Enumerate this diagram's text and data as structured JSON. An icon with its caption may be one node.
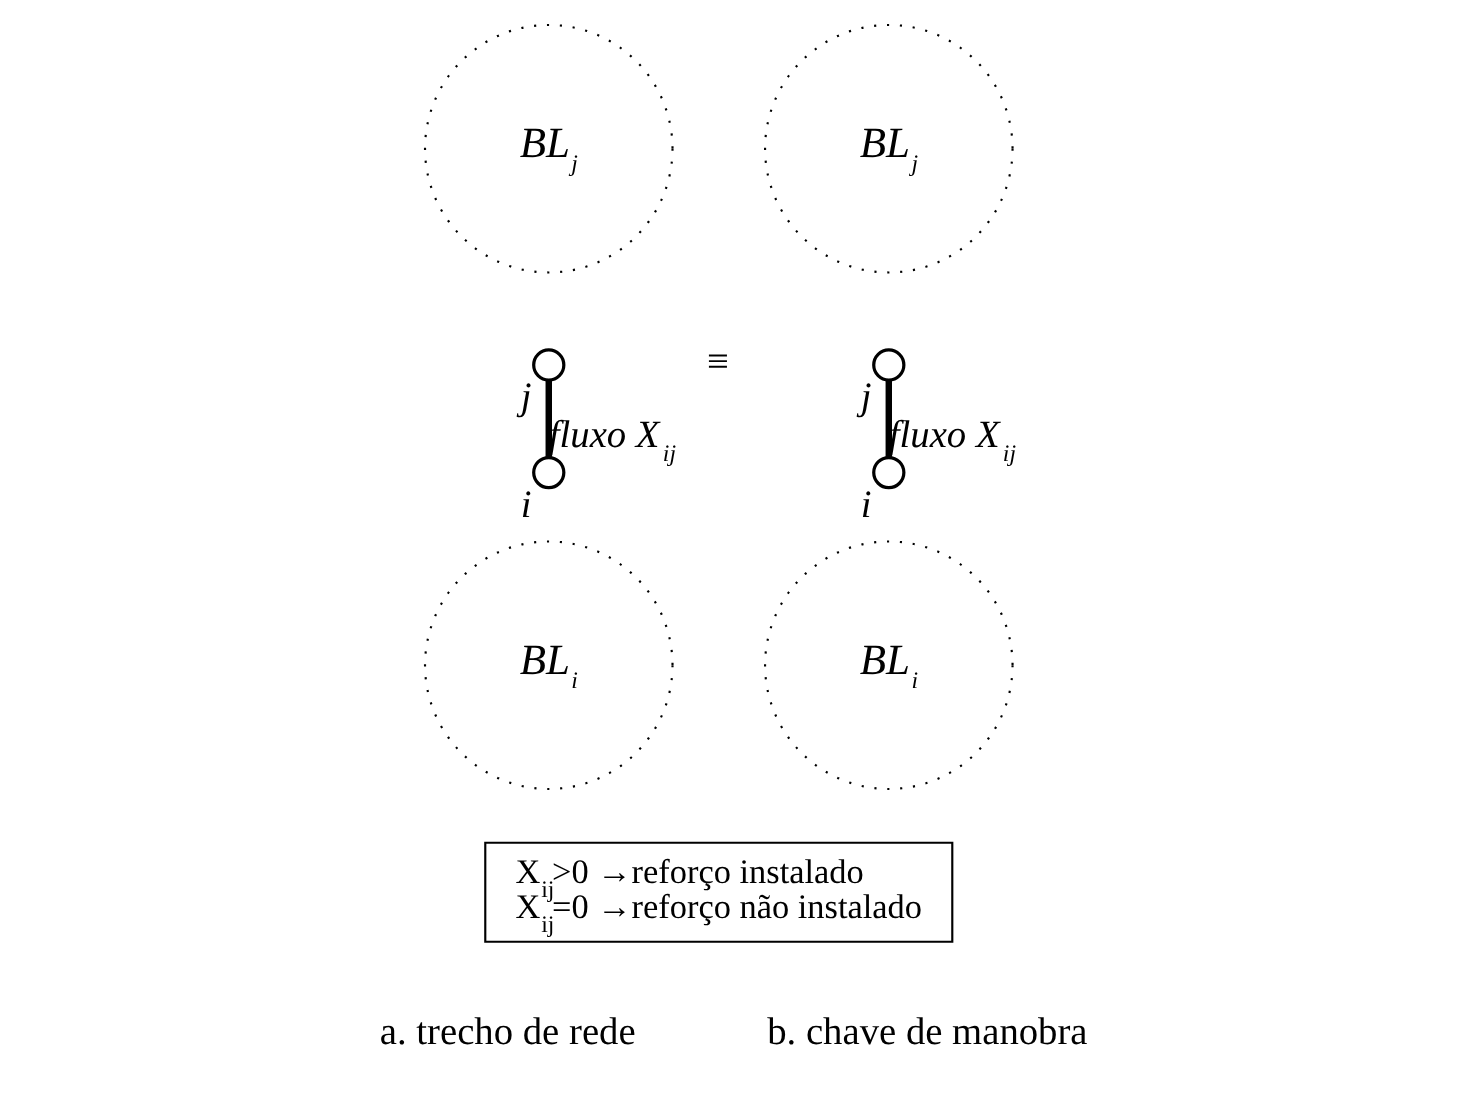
{
  "diagram": {
    "nodes": [
      {
        "text": [
          "BL$_{j}$"
        ]
      },
      {
        "text": [],
        "shape": "circle",
        "beside": [
          "j"
        ]
      },
      {
        "text": [],
        "shape": "circle",
        "beside": [
          "i"
        ]
      },
      {
        "text": [
          "BL$_{i}$"
        ]
      },
      {
        "text": [
          "BL$_{j}$"
        ]
      },
      {
        "text": [],
        "shape": "circle",
        "beside": [
          "j"
        ]
      },
      {
        "text": [],
        "shape": "circle",
        "beside": [
          "i"
        ]
      },
      {
        "text": [
          "BL$_{i}$"
        ]
      },
      {
        "text": [
          "X$_{ij}$>0 →reforço instalado",
          "X$_{ij}$=0 →reforço não instalado"
        ]
      }
    ],
    "edges": [
      {
        "from": 2,
        "to": 1,
        "arrow": "none",
        "label": "fluxo X$_{ij}$"
      },
      {
        "from": 6,
        "to": 5,
        "arrow": "none",
        "label": "fluxo X$_{ij}$"
      }
    ],
    "labels": [
      "≡",
      "a. trecho de rede",
      "b. chave de manobra"
    ]
  }
}
